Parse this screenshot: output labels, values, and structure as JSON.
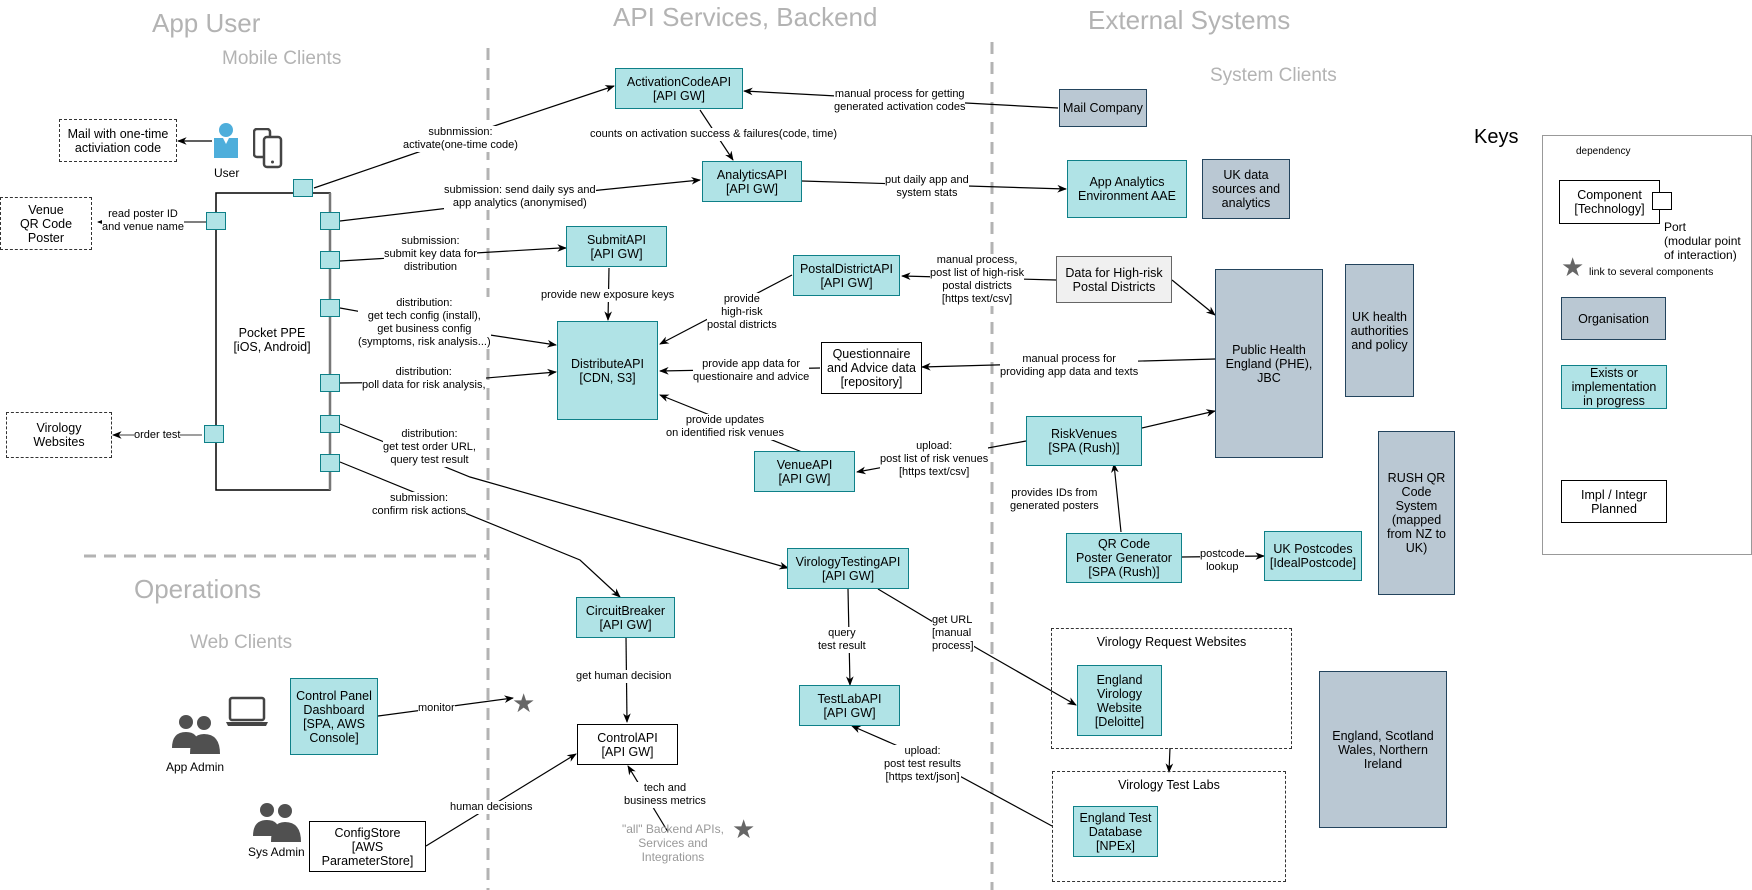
{
  "sections": {
    "app_user": "App User",
    "mobile_clients": "Mobile Clients",
    "api_backend": "API Services, Backend",
    "external_systems": "External Systems",
    "system_clients": "System Clients",
    "operations": "Operations",
    "web_clients": "Web Clients"
  },
  "actors": {
    "user": "User",
    "app_admin": "App Admin",
    "sys_admin": "Sys Admin"
  },
  "components": {
    "mail_one_time": "Mail with one-time\nactiviation code",
    "venue_poster": "Venue\nQR Code\nPoster",
    "virology_websites": "Virology\nWebsites",
    "pocket_ppe": "Pocket PPE\n[iOS, Android]",
    "activation_code_api": "ActivationCodeAPI\n[API GW]",
    "analytics_api": "AnalyticsAPI\n[API GW]",
    "submit_api": "SubmitAPI\n[API GW]",
    "postal_district_api": "PostalDistrictAPI\n[API GW]",
    "distribute_api": "DistributeAPI\n[CDN, S3]",
    "questionnaire": "Questionnaire\nand Advice data\n[repository]",
    "venue_api": "VenueAPI\n[API GW]",
    "virology_testing_api": "VirologyTestingAPI\n[API GW]",
    "circuit_breaker": "CircuitBreaker\n[API GW]",
    "control_api": "ControlAPI\n[API GW]",
    "test_lab_api": "TestLabAPI\n[API GW]",
    "control_panel": "Control Panel\nDashboard\n[SPA, AWS\nConsole]",
    "config_store": "ConfigStore\n[AWS\nParameterStore]",
    "all_backend": "\"all\" Backend APIs,\nServices and\nIntegrations",
    "mail_company": "Mail Company",
    "app_analytics_env": "App Analytics\nEnvironment AAE",
    "uk_data_sources": "UK data\nsources and\nanalytics",
    "high_risk_data": "Data for High-risk\nPostal Districts",
    "phe": "Public Health\nEngland (PHE),\nJBC",
    "uk_health": "UK health\nauthorities\nand policy",
    "risk_venues": "RiskVenues\n[SPA (Rush)]",
    "qr_generator": "QR Code\nPoster Generator\n[SPA (Rush)]",
    "uk_postcodes": "UK Postcodes\n[IdealPostcode]",
    "rush_qr": "RUSH QR\nCode System\n(mapped\nfrom NZ to\nUK)",
    "virology_request_group": "Virology Request Websites",
    "england_virology_site": "England\nVirology\nWebsite\n[Deloitte]",
    "virology_labs_group": "Virology Test Labs",
    "england_test_db": "England Test\nDatabase\n[NPEx]",
    "nations": "England, Scotland\nWales, Northern\nIreland"
  },
  "edges": {
    "activate": "subnmission:\nactivate(one-time code)",
    "read_poster": "read poster ID\nand venue name",
    "order_test": "order test",
    "send_analytics": "submission: send daily sys and\napp analytics (anonymised)",
    "submit_keys": "submission:\nsubmit key data for\ndistribution",
    "get_config": "distribution:\nget tech config (install),\nget business config\n(symptoms, risk analysis...)",
    "poll_data": "distribution:\npoll data for risk analysis,",
    "test_order": "distribution:\nget test order URL,\nquery test result",
    "confirm_risk": "submission:\nconfirm risk actions",
    "counts_activation": "counts on activation success & failures(code, time)",
    "mail_process": "manual process for getting\ngenerated activation codes",
    "put_stats": "put daily app and\nsystem stats",
    "new_keys": "provide new exposure keys",
    "high_risk": "provide\nhigh-risk\npostal districts",
    "postal_manual": "manual process,\npost list of high-risk\npostal districts\n[https text/csv]",
    "app_data": "provide app data for\nquestionaire and advice",
    "phe_manual": "manual process for\nproviding app data and texts",
    "risk_updates": "provide updates\non identified risk venues",
    "upload_venues": "upload:\npost list of risk venues\n[https text/csv]",
    "poster_ids": "provides IDs from\ngenerated posters",
    "postcode_lookup": "postcode\nlookup",
    "query_result": "query\ntest result",
    "get_url": "get URL\n[manual\nprocess]",
    "upload_results": "upload:\npost test results\n[https text/json]",
    "human_decision": "get human decision",
    "monitor": "monitor",
    "human_decisions": "human decisions",
    "metrics": "tech and\nbusiness metrics"
  },
  "keys": {
    "title": "Keys",
    "dependency": "dependency",
    "component": "Component\n[Technology]",
    "port": "Port\n(modular point\nof interaction)",
    "star": "link to several components",
    "organisation": "Organisation",
    "exists": "Exists or\nimplementation\nin progress",
    "planned": "Impl / Integr\nPlanned"
  },
  "colors": {
    "teal_fill": "#b0e3e6",
    "teal_border": "#0e8088",
    "org_fill": "#bac8d3",
    "org_border": "#23445d",
    "section_text": "#b3b3b3",
    "divider": "#b3b3b3"
  }
}
